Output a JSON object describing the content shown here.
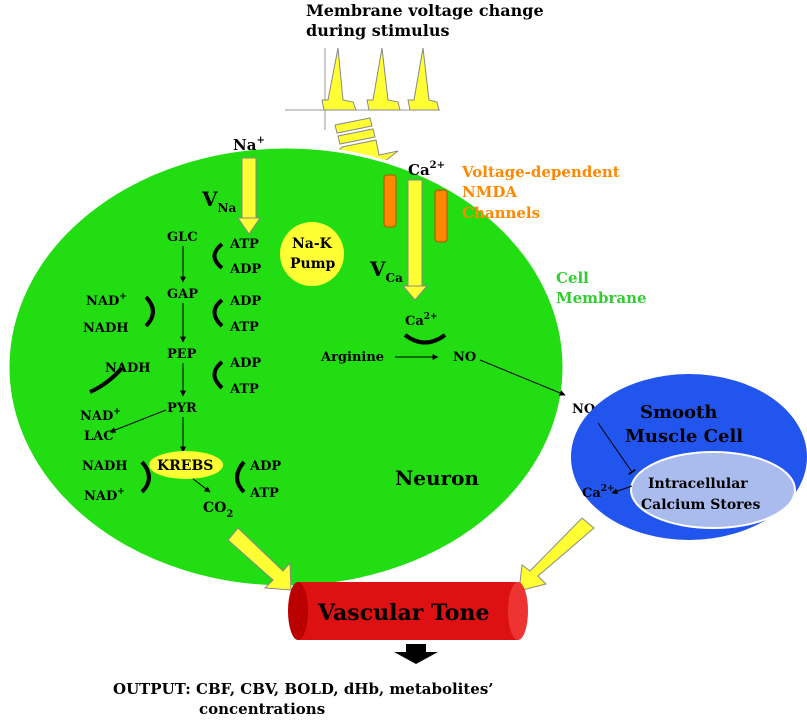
{
  "title": {
    "line1": "Membrane voltage change",
    "line2": "during stimulus"
  },
  "ions": {
    "na": "Na",
    "na_sup": "+",
    "ca": "Ca",
    "ca_sup": "2+",
    "v_na": "V",
    "v_na_sub": "Na",
    "v_ca": "V",
    "v_ca_sub": "Ca"
  },
  "channel_label": {
    "line1": "Voltage-dependent",
    "line2": "NMDA",
    "line3": "Channels"
  },
  "membrane_label": {
    "line1": "Cell",
    "line2": "Membrane"
  },
  "pump": {
    "line1": "Na-K",
    "line2": "Pump"
  },
  "glycolysis": {
    "glc": "GLC",
    "gap": "GAP",
    "pep": "PEP",
    "pyr": "PYR",
    "lac": "LAC",
    "krebs": "KREBS",
    "co2": "CO",
    "co2_sub": "2"
  },
  "cofactors": {
    "atp1": "ATP",
    "adp1": "ADP",
    "adp2": "ADP",
    "atp2": "ATP",
    "adp3": "ADP",
    "atp3": "ATP",
    "adp4": "ADP",
    "atp4": "ATP",
    "nad1": "NAD",
    "nad1_sup": "+",
    "nadh1": "NADH",
    "nadh2": "NADH",
    "nad2": "NAD",
    "nad2_sup": "+",
    "nadh3": "NADH",
    "nad3": "NAD",
    "nad3_sup": "+"
  },
  "no_pathway": {
    "ca": "Ca",
    "ca_sup": "2+",
    "arginine": "Arginine",
    "no": "NO",
    "no_out": "NO"
  },
  "neuron_label": "Neuron",
  "smooth_muscle": {
    "line1": "Smooth",
    "line2": "Muscle Cell",
    "ca": "Ca",
    "ca_sup": "2+",
    "stores_line1": "Intracellular",
    "stores_line2": "Calcium Stores"
  },
  "vascular_tone": "Vascular Tone",
  "output": {
    "line1": "OUTPUT: CBF, CBV, BOLD, dHb, metabolites’",
    "line2": "concentrations"
  },
  "colors": {
    "neuron": "#22dd11",
    "smooth_muscle": "#2255ee",
    "stores": "#aabbee",
    "arrow_yellow": "#ffff33",
    "channel_orange": "#ff8800",
    "vascular_red": "#dd1111",
    "membrane_label": "#33cc33",
    "channel_label": "#ff8800"
  }
}
